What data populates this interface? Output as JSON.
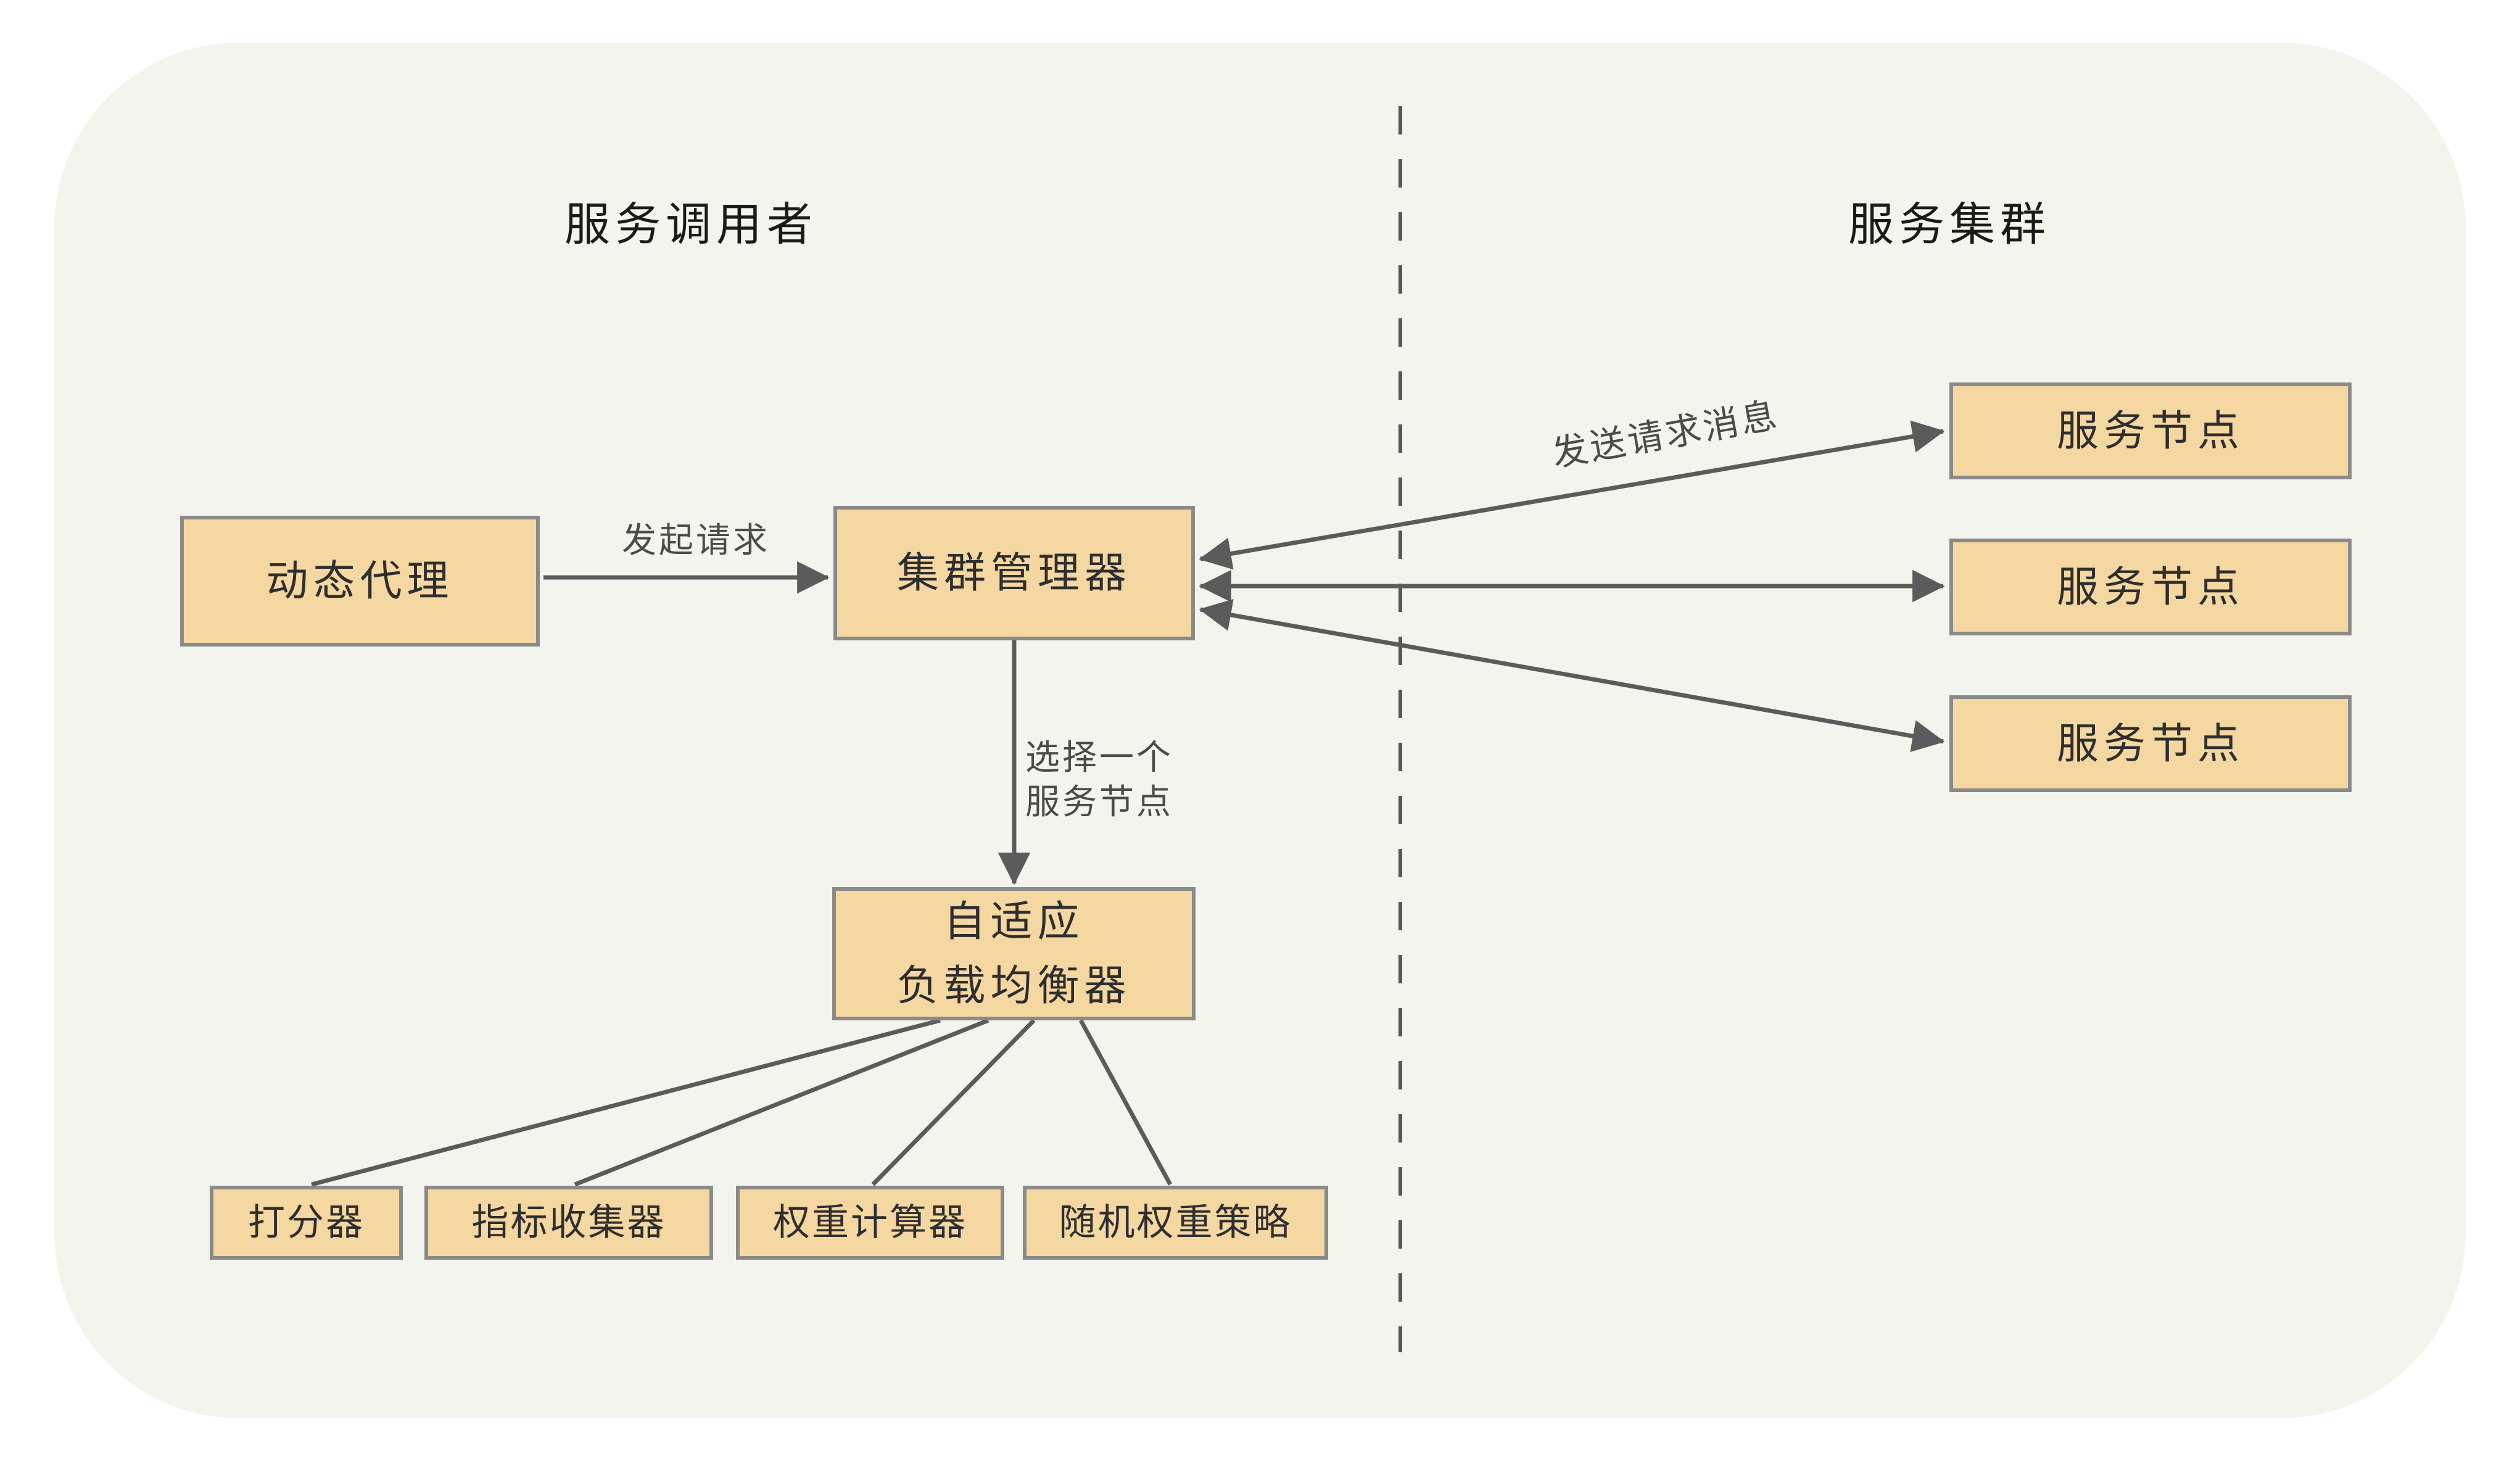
{
  "diagram": {
    "left_section_title": "服务调用者",
    "right_section_title": "服务集群",
    "boxes": {
      "dynamic_proxy": {
        "label": "动态代理"
      },
      "cluster_manager": {
        "label": "集群管理器"
      },
      "adaptive_load_balancer": {
        "label_line1": "自适应",
        "label_line2": "负载均衡器"
      },
      "scorer": {
        "label": "打分器"
      },
      "metric_collector": {
        "label": "指标收集器"
      },
      "weight_calculator": {
        "label": "权重计算器"
      },
      "random_weight_strategy": {
        "label": "随机权重策略"
      },
      "service_nodes": [
        {
          "label": "服务节点"
        },
        {
          "label": "服务节点"
        },
        {
          "label": "服务节点"
        }
      ]
    },
    "edge_labels": {
      "initiate_request": "发起请求",
      "select_one_line1": "选择一个",
      "select_one_line2": "服务节点",
      "send_request_message": "发送请求消息"
    },
    "colors": {
      "page_background": "#ffffff",
      "panel_background": "#f4f4ee",
      "box_fill": "#f5d7a1",
      "box_border": "#8a8a8a",
      "line_color": "#5b5b5b",
      "edge_label_text": "#4b4b4b",
      "box_text": "#2e2e2e",
      "title_text": "#1a1a1a"
    }
  }
}
